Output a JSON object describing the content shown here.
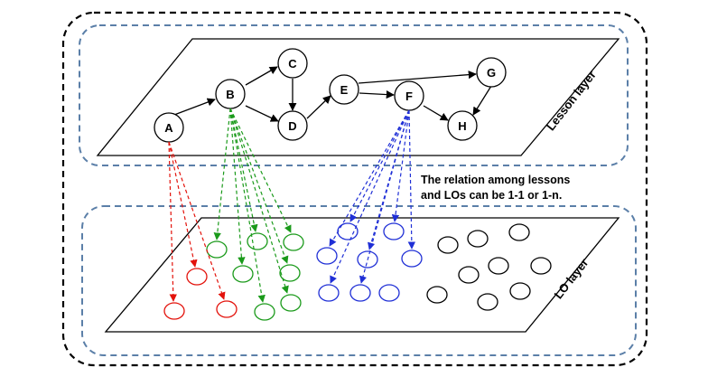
{
  "lesson_layer": {
    "label": "Lesson layer",
    "nodes": [
      "A",
      "B",
      "C",
      "D",
      "E",
      "F",
      "G",
      "H"
    ]
  },
  "lo_layer": {
    "label": "LO layer"
  },
  "note": {
    "line1": "The relation among lessons",
    "line2": "and LOs can be 1-1 or 1-n."
  },
  "colors": {
    "outer_border": "#000000",
    "layer_border": "#5b7fa8",
    "lesson_a_links": "#e3120b",
    "lesson_b_links": "#1a9a1a",
    "lesson_f_links": "#1f2fd6",
    "unlinked_los": "#000000"
  }
}
